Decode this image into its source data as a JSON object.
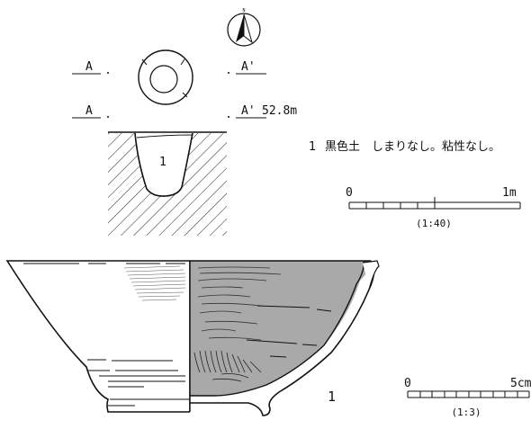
{
  "plan": {
    "north_mark": "N",
    "section_label_left_top": "A",
    "section_label_right_top": "A'",
    "section_label_left_bottom": "A",
    "section_label_right_bottom": "A'",
    "elevation": "52.8m"
  },
  "section": {
    "layer_number": "1"
  },
  "legend": {
    "layers": [
      {
        "number": "1",
        "description": "黒色土　しまりなし。粘性なし。"
      }
    ]
  },
  "scale_pit": {
    "start": "0",
    "end": "1m",
    "ratio": "(1:40)"
  },
  "vessel": {
    "number": "1"
  },
  "scale_vessel": {
    "start": "0",
    "end": "5cm",
    "ratio": "(1:3)"
  }
}
